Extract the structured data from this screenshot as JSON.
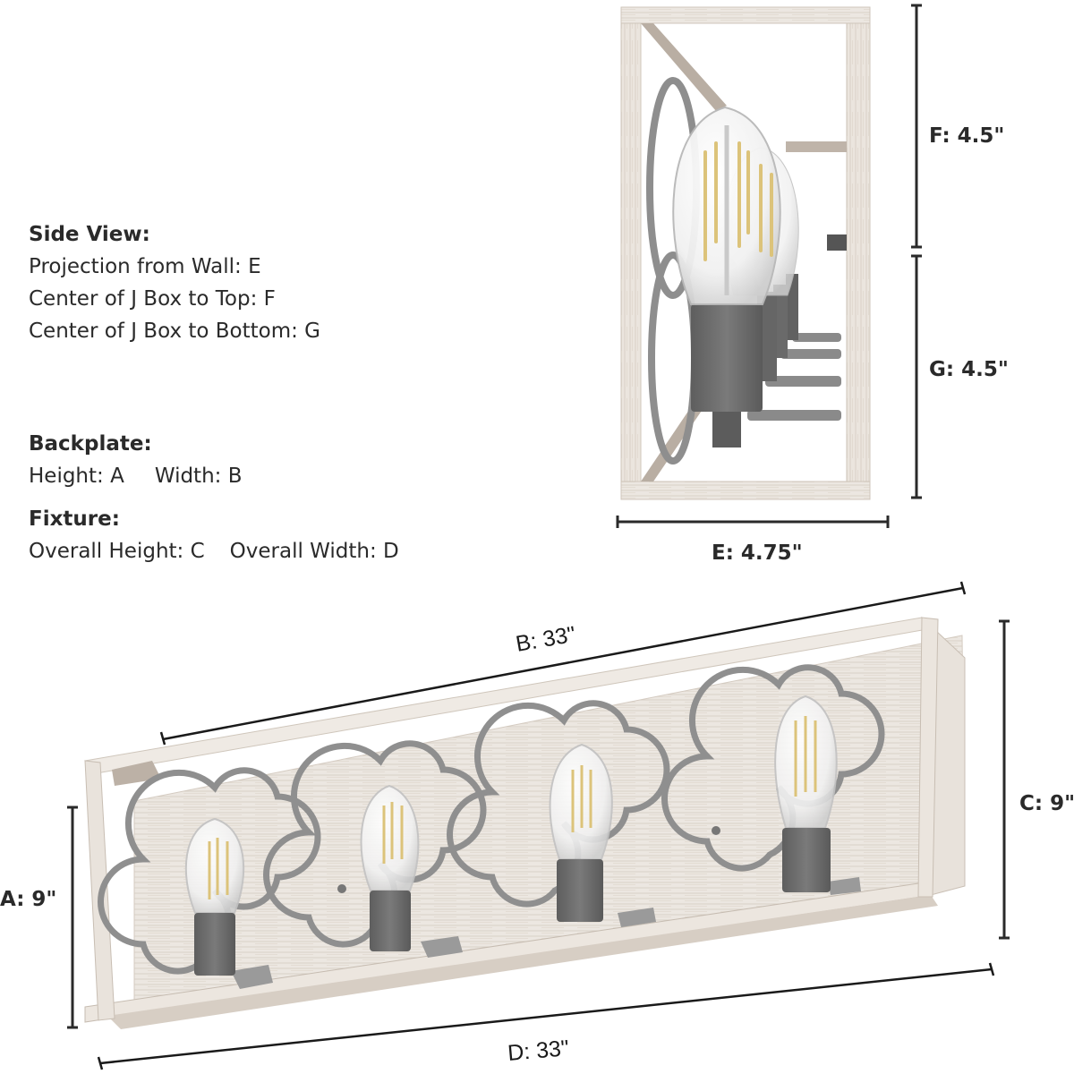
{
  "legend": {
    "side_view": {
      "heading": "Side View:",
      "lines": [
        "Projection from Wall: E",
        "Center of J Box to Top: F",
        "Center of J Box to Bottom: G"
      ]
    },
    "backplate": {
      "heading": "Backplate:",
      "height": "Height: A",
      "width": "Width: B"
    },
    "fixture": {
      "heading": "Fixture:",
      "height": "Overall Height: C",
      "width": "Overall Width: D"
    }
  },
  "dimensions": {
    "A": {
      "label": "A: 9\"",
      "meaning": "Backplate Height"
    },
    "B": {
      "label": "B: 33\"",
      "meaning": "Backplate Width"
    },
    "C": {
      "label": "C: 9\"",
      "meaning": "Overall Height"
    },
    "D": {
      "label": "D: 33\"",
      "meaning": "Overall Width"
    },
    "E": {
      "label": "E: 4.75\"",
      "meaning": "Projection from Wall"
    },
    "F": {
      "label": "F: 4.5\"",
      "meaning": "Center of J Box to Top"
    },
    "G": {
      "label": "G: 4.5\"",
      "meaning": "Center of J Box to Bottom"
    }
  },
  "colors": {
    "ink": "#2a2a2a",
    "wood_light": "#ece7e1",
    "wood_mid": "#d9d1c8",
    "wood_shadow": "#b8ada2",
    "metal": "#8a8a8a",
    "metal_dark": "#6e6e6e",
    "socket": "#6b6b6b",
    "filament": "#e2c77a",
    "glass": "#f2f2f2"
  },
  "fixture": {
    "bulb_count": 4
  }
}
